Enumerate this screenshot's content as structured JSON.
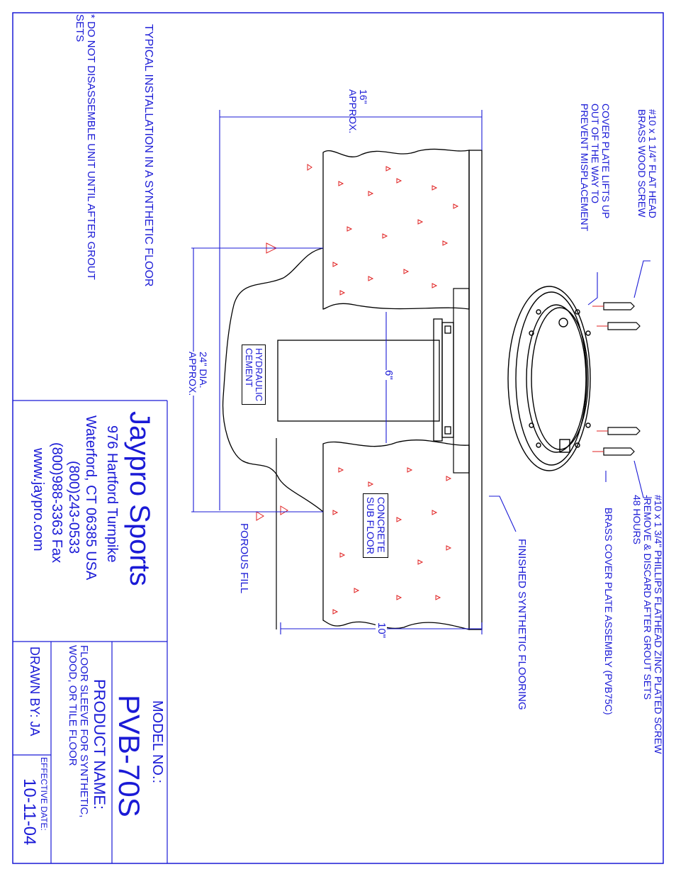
{
  "colors": {
    "ink": "#1a1ad6",
    "fill_dots": "#e02020",
    "outline": "#000000"
  },
  "notes": {
    "title": "TYPICAL INSTALLATION IN A SYNTHETIC FLOOR",
    "warning": "* DO NOT DISASSEMBLE UNIT UNTIL AFTER GROUT\nSETS"
  },
  "callouts": {
    "brass_wood_screw": "#10 x 1 1/4\" FLAT HEAD\nBRASS WOOD SCREW",
    "cover_plate_lifts": "COVER PLATE LIFTS UP\nOUT OF THE WAY TO\nPREVENT MISPLACEMENT",
    "phillips_screw": "#10 x 1 3/4\" PHILLIPS FLATHEAD ZINC PLATED SCREW\n-REMOVE & DISCARD AFTER GROUT SETS\n48 HOURS",
    "brass_cover_plate": "BRASS COVER PLATE ASSEMBLY (PVB75C)",
    "finished_flooring": "FINISHED SYNTHETIC FLOORING",
    "porous_fill": "POROUS FILL",
    "hydraulic_cement": "HYDRAULIC\nCEMENT",
    "concrete_sub_floor": "CONCRETE\nSUB FLOOR"
  },
  "dimensions": {
    "width_16": "16\"\nAPPROX.",
    "dia_24": "24\" DIA.\nAPPROX.",
    "sleeve_6": "6\"",
    "width_10": "10\""
  },
  "company": {
    "name": "Jaypro Sports",
    "street": "976 Hartford Turnpike",
    "city": "Waterford, CT 06385 USA",
    "phone": "(800)243-0533",
    "fax": "(800)988-3363 Fax",
    "web": "www.jaypro.com"
  },
  "title_block": {
    "model_label": "MODEL NO.:",
    "model_value": "PVB-70S",
    "product_label": "PRODUCT NAME:",
    "product_value": "FLOOR SLEEVE FOR SYNTHETIC,\nWOOD, OR TILE FLOOR",
    "drawn_by": "DRAWN BY: JA",
    "effective_label": "EFFECTIVE DATE:",
    "effective_value": "10-11-04"
  }
}
